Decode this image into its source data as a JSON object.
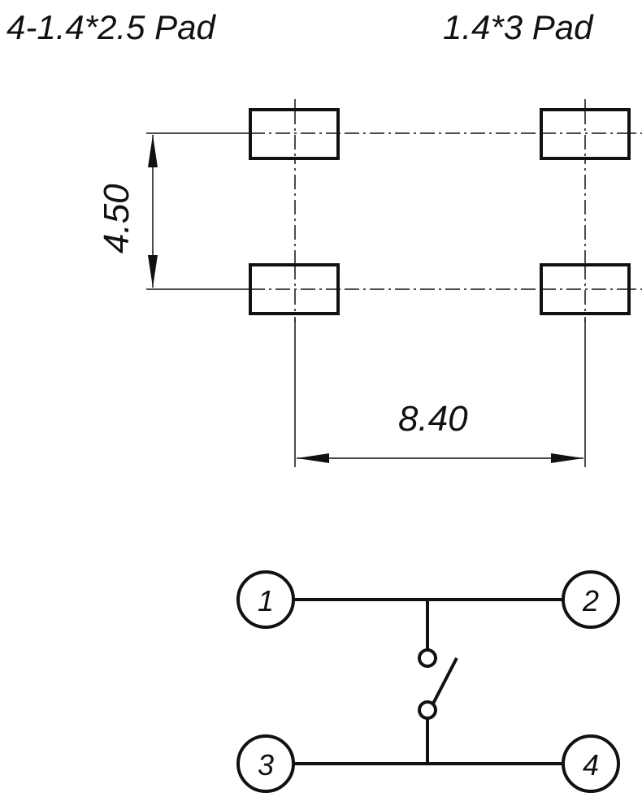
{
  "titles": {
    "left_pad_note": "4-1.4*2.5 Pad",
    "right_pad_note": "1.4*3 Pad"
  },
  "dimensions": {
    "vertical_spacing": "4.50",
    "horizontal_spacing": "8.40"
  },
  "pins": [
    "1",
    "2",
    "3",
    "4"
  ]
}
